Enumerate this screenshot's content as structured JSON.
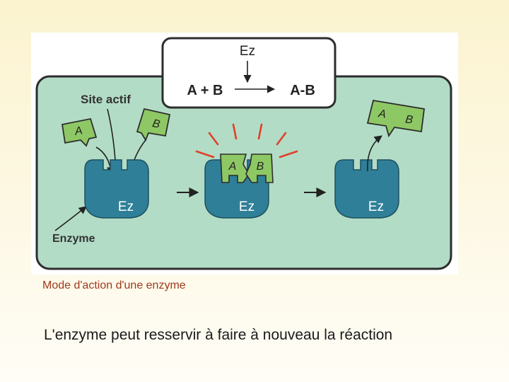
{
  "diagram": {
    "enzyme_box_label": "Ez",
    "equation": {
      "reactants": "A + B",
      "product": "A-B"
    },
    "site_label": "Site actif",
    "enzyme_label": "Enzyme",
    "substrate_a": "A",
    "substrate_b": "B",
    "enzyme_symbol": "Ez"
  },
  "caption": "Mode d'action d'une enzyme",
  "note": "L'enzyme peut resservir à faire à nouveau la réaction",
  "colors": {
    "panel": "#b2dcc6",
    "enzyme": "#2f7f98",
    "substrate": "#8ec865",
    "rays": "#e0402a",
    "caption": "#a0391a"
  }
}
